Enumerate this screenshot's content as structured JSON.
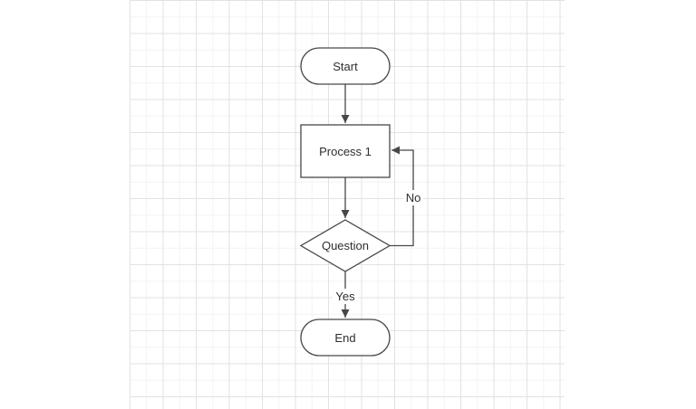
{
  "canvas": {
    "background_color": "#ffffff",
    "grid_major_color": "#e2e2e2",
    "grid_minor_color": "#f3f3f3"
  },
  "diagram": {
    "type": "flowchart",
    "stroke_color": "#474747",
    "text_color": "#2e2e2e",
    "nodes": [
      {
        "id": "start",
        "shape": "terminator",
        "label": "Start"
      },
      {
        "id": "process1",
        "shape": "process",
        "label": "Process 1"
      },
      {
        "id": "question",
        "shape": "decision",
        "label": "Question"
      },
      {
        "id": "end",
        "shape": "terminator",
        "label": "End"
      }
    ],
    "edges": [
      {
        "from": "start",
        "to": "process1",
        "label": ""
      },
      {
        "from": "process1",
        "to": "question",
        "label": ""
      },
      {
        "from": "question",
        "to": "end",
        "label": "Yes"
      },
      {
        "from": "question",
        "to": "process1",
        "label": "No"
      }
    ]
  }
}
